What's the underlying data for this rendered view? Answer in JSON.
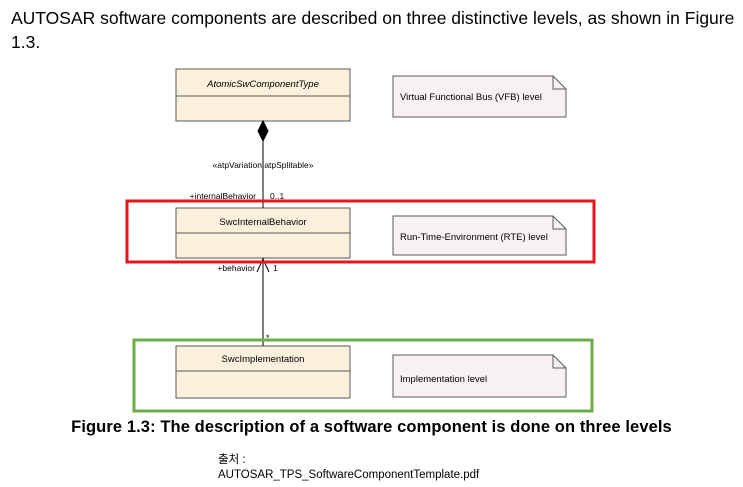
{
  "intro_text": "AUTOSAR software components are described on three distinctive levels, as shown in Figure 1.3.",
  "diagram": {
    "classes": [
      {
        "id": "atomic",
        "name": "AtomicSwComponentType"
      },
      {
        "id": "internal",
        "name": "SwcInternalBehavior"
      },
      {
        "id": "impl",
        "name": "SwcImplementation"
      }
    ],
    "notes": [
      {
        "id": "vfb",
        "text": "Virtual Functional Bus (VFB) level"
      },
      {
        "id": "rte",
        "text": "Run-Time-Environment (RTE) level"
      },
      {
        "id": "impl",
        "text": "Implementation level"
      }
    ],
    "composition": {
      "stereotype": "«atpVariation,atpSplitable»",
      "role": "+internalBehavior",
      "multiplicity": "0..1"
    },
    "association": {
      "role": "+behavior",
      "multiplicity_top": "1",
      "multiplicity_bottom": "*"
    },
    "highlight_colors": {
      "rte": "#e8141c",
      "impl": "#6aac46"
    }
  },
  "caption": "Figure 1.3: The description of a software component is done on three levels",
  "source": {
    "label": "출처 :",
    "file": "AUTOSAR_TPS_SoftwareComponentTemplate.pdf"
  }
}
